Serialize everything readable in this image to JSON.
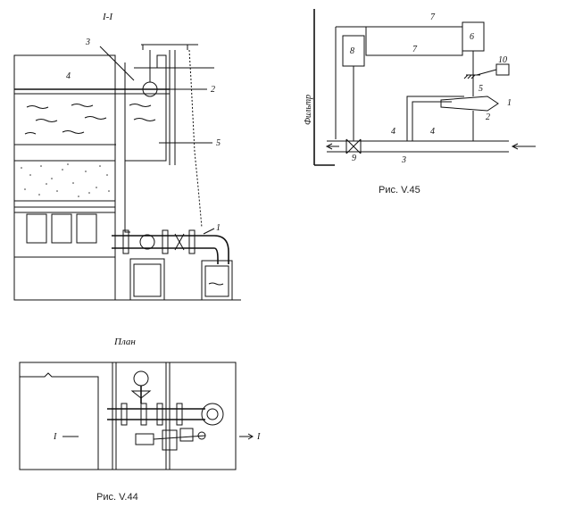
{
  "fig44": {
    "section_title": "I-I",
    "plan_title": "План",
    "caption": "Рис. V.44",
    "labels": {
      "l1": "1",
      "l2": "2",
      "l3": "3",
      "l4": "4",
      "l5": "5"
    },
    "plan_left_mark": "I",
    "plan_right_mark": "I"
  },
  "fig45": {
    "caption": "Рис. V.45",
    "filter_label": "Фильтр",
    "labels": {
      "l1": "1",
      "l2": "2",
      "l3": "3",
      "l4a": "4",
      "l4b": "4",
      "l5": "5",
      "l6": "6",
      "l7a": "7",
      "l7b": "7",
      "l8": "8",
      "l9": "9",
      "l10": "10"
    }
  }
}
